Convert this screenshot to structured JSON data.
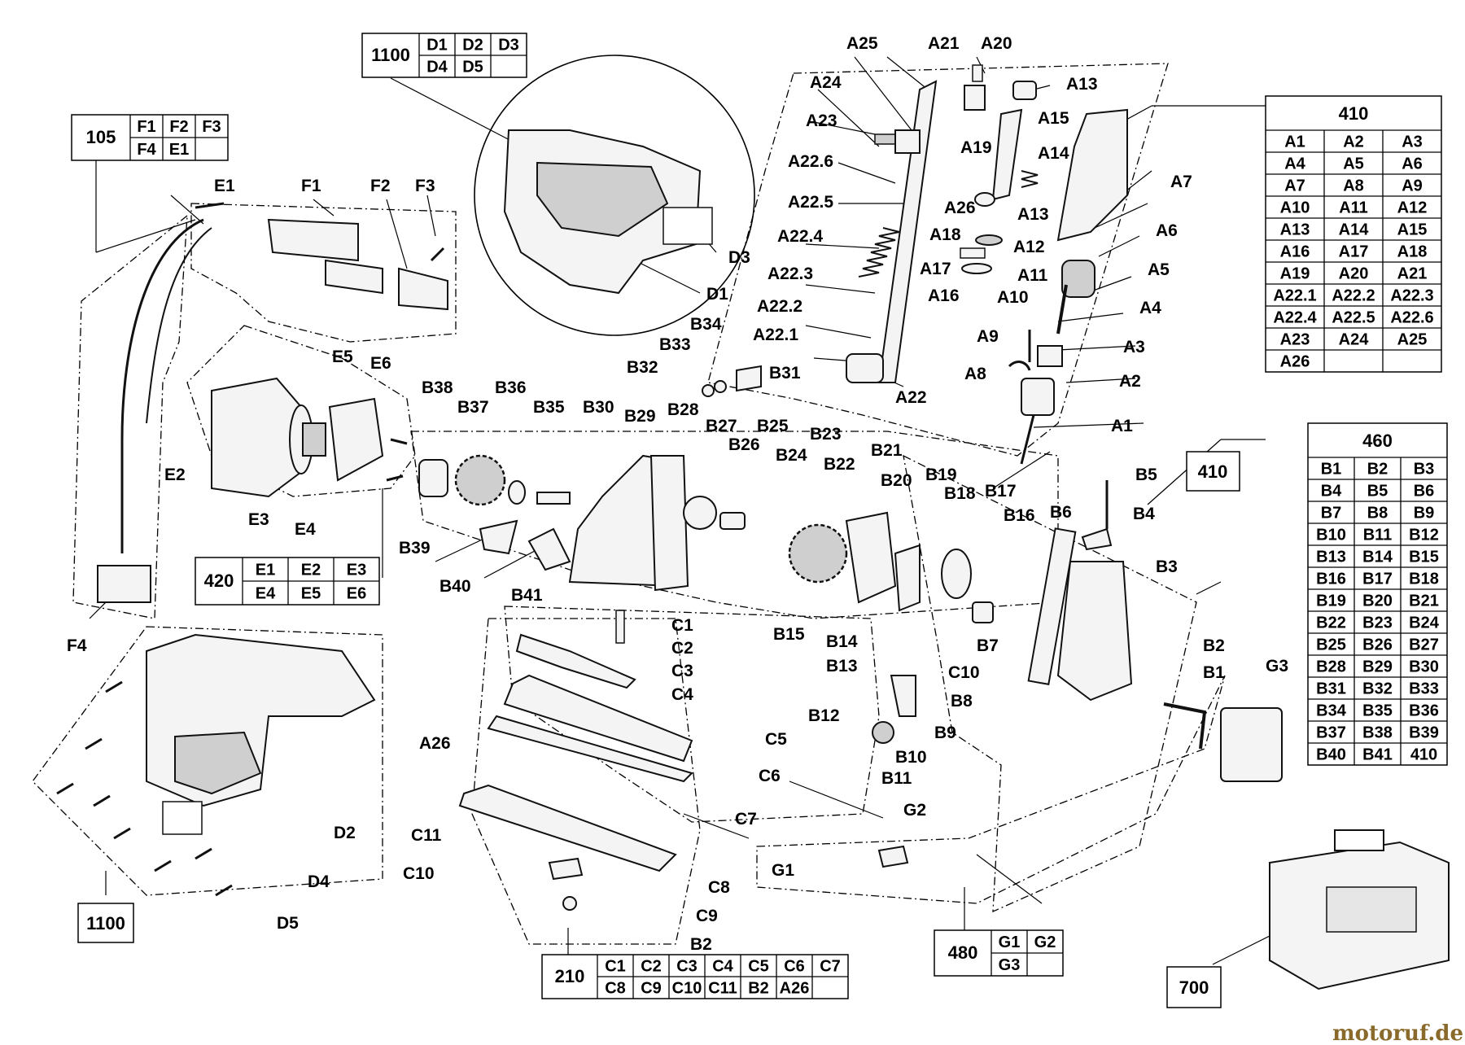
{
  "watermark": "motoruf.de",
  "tables": {
    "t1100_top": {
      "key": "1100",
      "rows": [
        [
          "D1",
          "D2",
          "D3"
        ],
        [
          "D4",
          "D5",
          ""
        ]
      ]
    },
    "t105": {
      "key": "105",
      "rows": [
        [
          "F1",
          "F2",
          "F3"
        ],
        [
          "F4",
          "E1",
          ""
        ]
      ]
    },
    "t410": {
      "key": "410",
      "rows": [
        [
          "A1",
          "A2",
          "A3"
        ],
        [
          "A4",
          "A5",
          "A6"
        ],
        [
          "A7",
          "A8",
          "A9"
        ],
        [
          "A10",
          "A11",
          "A12"
        ],
        [
          "A13",
          "A14",
          "A15"
        ],
        [
          "A16",
          "A17",
          "A18"
        ],
        [
          "A19",
          "A20",
          "A21"
        ],
        [
          "A22.1",
          "A22.2",
          "A22.3"
        ],
        [
          "A22.4",
          "A22.5",
          "A22.6"
        ],
        [
          "A23",
          "A24",
          "A25"
        ],
        [
          "A26",
          "",
          ""
        ]
      ]
    },
    "t460": {
      "key": "460",
      "rows": [
        [
          "B1",
          "B2",
          "B3"
        ],
        [
          "B4",
          "B5",
          "B6"
        ],
        [
          "B7",
          "B8",
          "B9"
        ],
        [
          "B10",
          "B11",
          "B12"
        ],
        [
          "B13",
          "B14",
          "B15"
        ],
        [
          "B16",
          "B17",
          "B18"
        ],
        [
          "B19",
          "B20",
          "B21"
        ],
        [
          "B22",
          "B23",
          "B24"
        ],
        [
          "B25",
          "B26",
          "B27"
        ],
        [
          "B28",
          "B29",
          "B30"
        ],
        [
          "B31",
          "B32",
          "B33"
        ],
        [
          "B34",
          "B35",
          "B36"
        ],
        [
          "B37",
          "B38",
          "B39"
        ],
        [
          "B40",
          "B41",
          "410"
        ]
      ]
    },
    "t420": {
      "key": "420",
      "rows": [
        [
          "E1",
          "E2",
          "E3"
        ],
        [
          "E4",
          "E5",
          "E6"
        ]
      ]
    },
    "t210": {
      "key": "210",
      "rows": [
        [
          "C1",
          "C2",
          "C3",
          "C4",
          "C5",
          "C6",
          "C7"
        ],
        [
          "C8",
          "C9",
          "C10",
          "C11",
          "B2",
          "A26",
          ""
        ]
      ]
    },
    "t480": {
      "key": "480",
      "rows": [
        [
          "G1",
          "G2"
        ],
        [
          "G3",
          ""
        ]
      ]
    }
  },
  "boxes": {
    "b410": "410",
    "b1100": "1100",
    "b700": "700"
  },
  "labels": {
    "A25": "A25",
    "A21": "A21",
    "A20": "A20",
    "A24": "A24",
    "A13a": "A13",
    "A23": "A23",
    "A15": "A15",
    "A19": "A19",
    "A14": "A14",
    "A22_6": "A22.6",
    "A22_5": "A22.5",
    "A26": "A26",
    "A13b": "A13",
    "A7": "A7",
    "A18": "A18",
    "A12": "A12",
    "A6": "A6",
    "A22_4": "A22.4",
    "A17": "A17",
    "A11": "A11",
    "A5": "A5",
    "A22_3": "A22.3",
    "A16": "A16",
    "A10": "A10",
    "A4": "A4",
    "A22_2": "A22.2",
    "A9": "A9",
    "A3": "A3",
    "A22_1": "A22.1",
    "A8": "A8",
    "A2": "A2",
    "A22": "A22",
    "A1": "A1",
    "E1": "E1",
    "F1": "F1",
    "F2": "F2",
    "F3": "F3",
    "E5": "E5",
    "E6": "E6",
    "E2": "E2",
    "E3": "E3",
    "E4": "E4",
    "F4": "F4",
    "D3": "D3",
    "D1": "D1",
    "D2": "D2",
    "D4": "D4",
    "D5": "D5",
    "B34": "B34",
    "B33": "B33",
    "B32": "B32",
    "B31": "B31",
    "B38": "B38",
    "B36": "B36",
    "B37": "B37",
    "B35": "B35",
    "B30": "B30",
    "B29": "B29",
    "B28": "B28",
    "B27": "B27",
    "B25": "B25",
    "B26": "B26",
    "B23": "B23",
    "B24": "B24",
    "B21": "B21",
    "B22": "B22",
    "B20": "B20",
    "B19": "B19",
    "B18": "B18",
    "B17": "B17",
    "B16": "B16",
    "B6": "B6",
    "B5": "B5",
    "B4": "B4",
    "B3": "B3",
    "B39": "B39",
    "B40": "B40",
    "B41": "B41",
    "B15": "B15",
    "B14": "B14",
    "B13": "B13",
    "B12": "B12",
    "B8": "B8",
    "B9": "B9",
    "B10": "B10",
    "B11": "B11",
    "B7": "B7",
    "C10b": "C10",
    "B2a": "B2",
    "B1": "B1",
    "G3": "G3",
    "C1": "C1",
    "C2": "C2",
    "C3": "C3",
    "C4": "C4",
    "C5": "C5",
    "A26b": "A26",
    "C6": "C6",
    "C7": "C7",
    "G2": "G2",
    "G1": "G1",
    "C11": "C11",
    "C8": "C8",
    "C10": "C10",
    "C9": "C9",
    "B2b": "B2"
  }
}
